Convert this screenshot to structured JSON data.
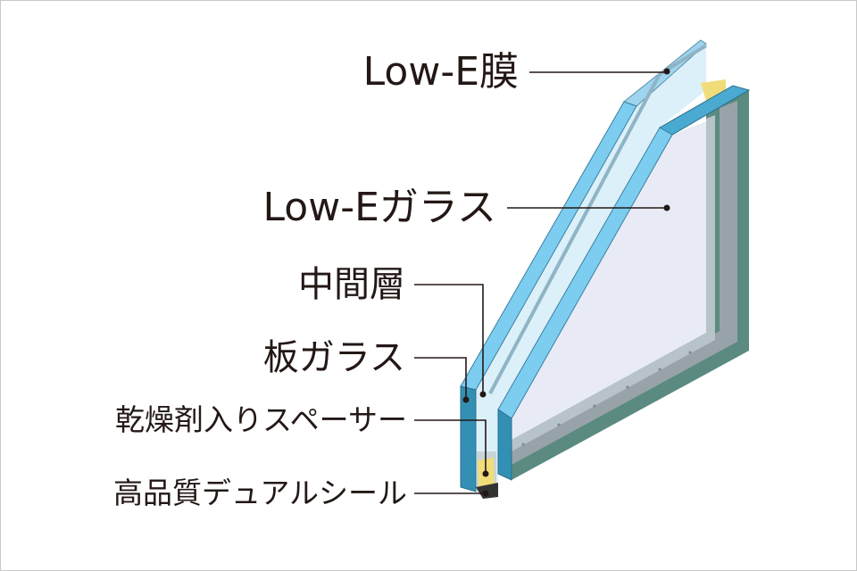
{
  "labels": {
    "low_e_film": "Low-E膜",
    "low_e_glass": "Low-Eガラス",
    "air_layer": "中間層",
    "sheet_glass": "板ガラス",
    "desiccant_spacer": "乾燥剤入りスペーサー",
    "dual_seal": "高品質デュアルシール"
  },
  "colors": {
    "glass_edge": "#7ccdf0",
    "glass_side": "#3390b4",
    "glass_face": "#dcf0fa",
    "interior": "#e8ebf6",
    "frame_teal": "#5a8a80",
    "frame_grey": "#97a3a8",
    "sealant": "#f0dd7a",
    "text": "#231815"
  }
}
